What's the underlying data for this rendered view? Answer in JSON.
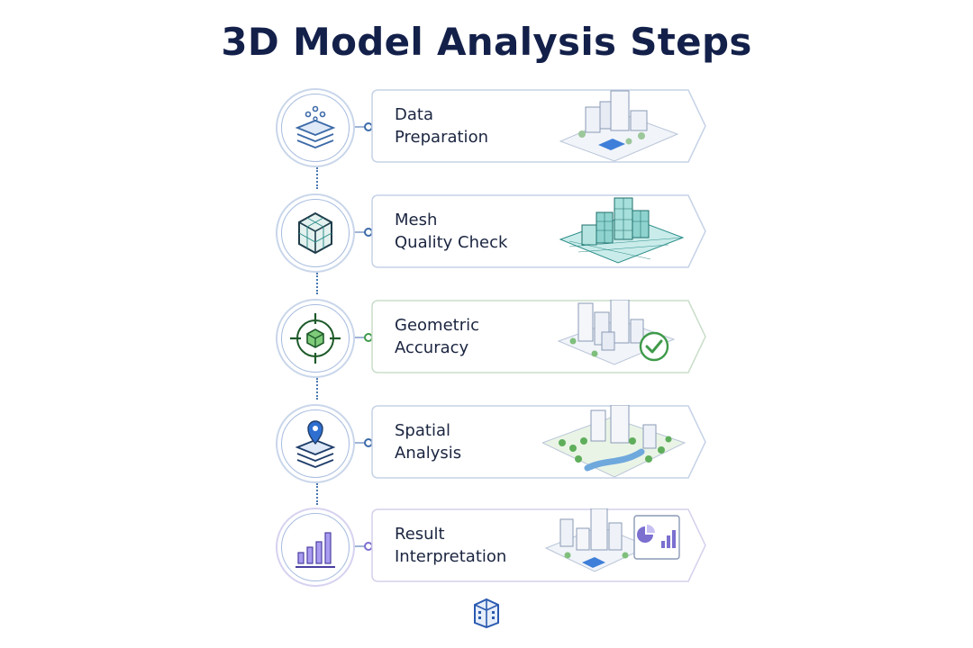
{
  "title": "3D Model Analysis Steps",
  "steps": [
    {
      "line1": "Data",
      "line2": "Preparation",
      "icon": "layers-data-icon",
      "accent": "#3c6aa8"
    },
    {
      "line1": "Mesh",
      "line2": "Quality Check",
      "icon": "mesh-cube-icon",
      "accent": "#2f8f8b"
    },
    {
      "line1": "Geometric",
      "line2": "Accuracy",
      "icon": "target-cube-icon",
      "accent": "#3f9a4a"
    },
    {
      "line1": "Spatial",
      "line2": "Analysis",
      "icon": "map-pin-layers-icon",
      "accent": "#3c6aa8"
    },
    {
      "line1": "Result",
      "line2": "Interpretation",
      "icon": "bar-chart-icon",
      "accent": "#7b6fd0"
    }
  ],
  "colors": {
    "title": "#13204a",
    "text": "#1b2540",
    "connector": "#4a78b0",
    "check": "#3f9a4a",
    "water": "#6fa8dc"
  },
  "footer_logo": "building-logo-icon"
}
